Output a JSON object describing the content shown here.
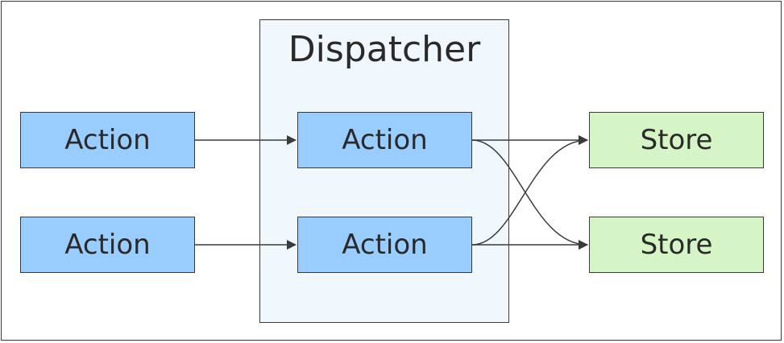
{
  "dispatcher": {
    "title": "Dispatcher"
  },
  "nodes": {
    "action_left_top": "Action",
    "action_left_bottom": "Action",
    "action_dispatch_top": "Action",
    "action_dispatch_bottom": "Action",
    "store_top": "Store",
    "store_bottom": "Store"
  },
  "colors": {
    "action_fill": "#99ccff",
    "store_fill": "#d6f5c6",
    "dispatcher_fill": "#f0f7fd",
    "stroke": "#3a3a3a"
  }
}
